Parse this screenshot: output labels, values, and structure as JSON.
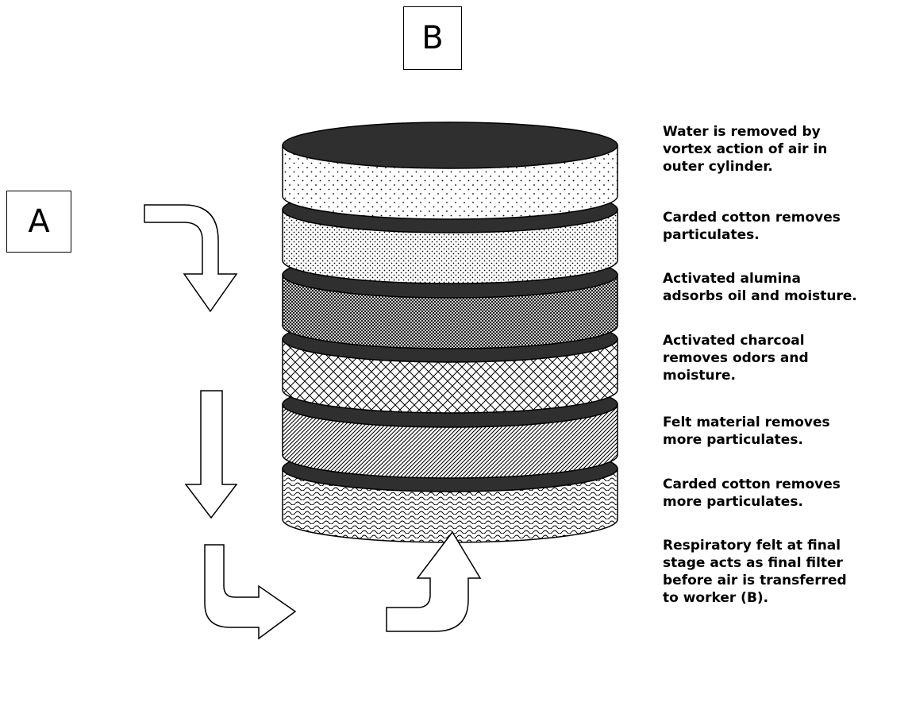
{
  "labels": {
    "top": "B",
    "left": "A"
  },
  "layers": [
    {
      "name": "layer-water-separator",
      "pattern": "dots-sparse",
      "description": "Water is removed by\nvortex action of air in\nouter cylinder."
    },
    {
      "name": "layer-carded-cotton",
      "pattern": "dots-dense",
      "description": "Carded cotton removes\nparticulates."
    },
    {
      "name": "layer-activated-alumina",
      "pattern": "fine-mesh",
      "description": "Activated alumina\nadsorbs oil and moisture."
    },
    {
      "name": "layer-activated-charcoal",
      "pattern": "crosshatch",
      "description": "Activated charcoal\nremoves odors and\nmoisture."
    },
    {
      "name": "layer-felt-material",
      "pattern": "diagonal",
      "description": "Felt material removes\nmore particulates."
    },
    {
      "name": "layer-respiratory-felt",
      "pattern": "wave",
      "description": "Carded cotton removes\nmore particulates."
    }
  ],
  "final_note": "Respiratory felt at final\nstage acts as final filter\nbefore air is transferred\nto worker (B).",
  "colors": {
    "disc_top": "#2f2f2f",
    "stroke": "#000000",
    "background": "#ffffff"
  },
  "icons": [
    "curved-arrow-right-down",
    "straight-arrow-down",
    "curved-arrow-down-right",
    "curved-arrow-right-up"
  ]
}
